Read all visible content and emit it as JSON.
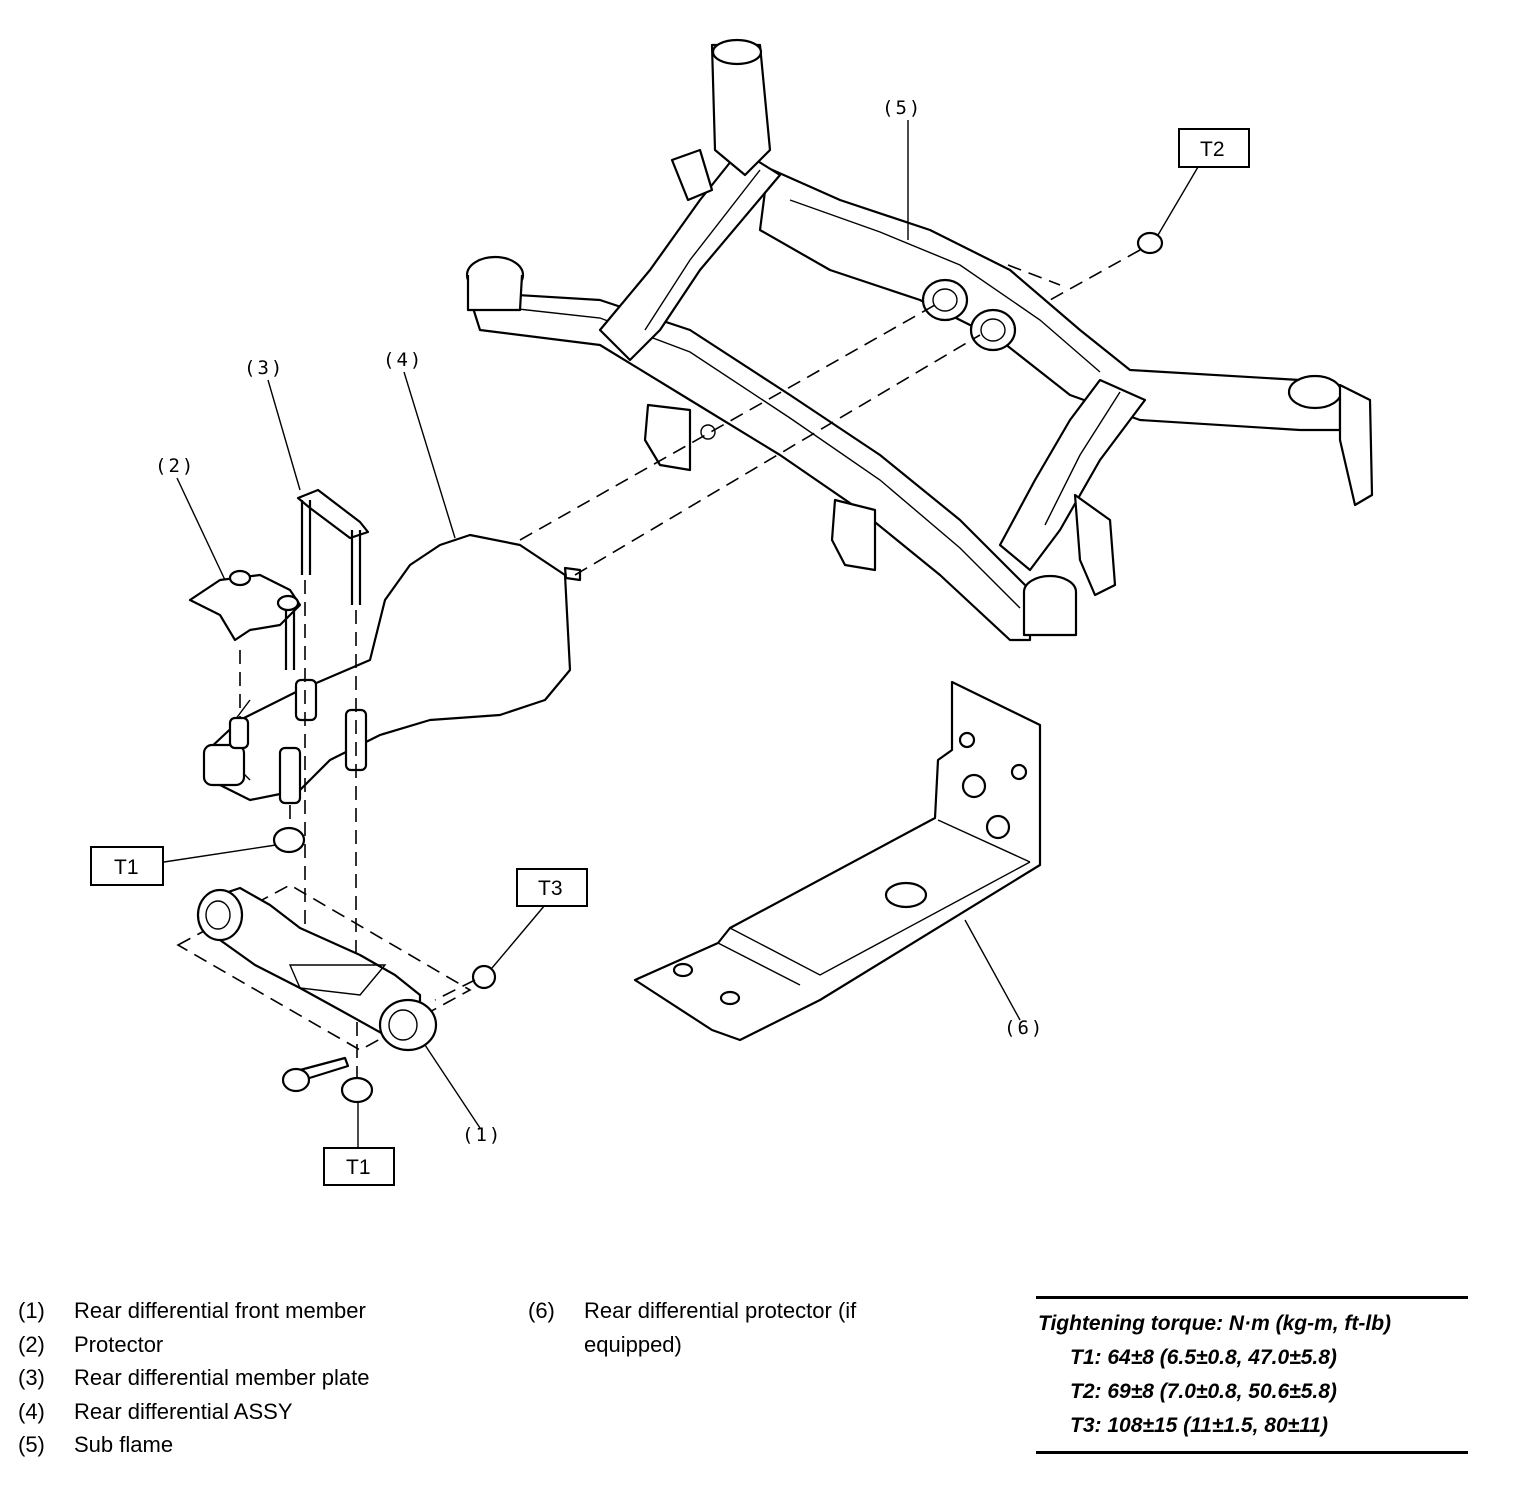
{
  "callouts": {
    "c1": "(1)",
    "c2": "(2)",
    "c3": "(3)",
    "c4": "(4)",
    "c5": "(5)",
    "c6": "(6)"
  },
  "torque_boxes": {
    "t1_upper": "T1",
    "t1_lower": "T1",
    "t2": "T2",
    "t3": "T3"
  },
  "legend": {
    "items": [
      {
        "num": "(1)",
        "label": "Rear differential front member"
      },
      {
        "num": "(2)",
        "label": "Protector"
      },
      {
        "num": "(3)",
        "label": "Rear differential member plate"
      },
      {
        "num": "(4)",
        "label": "Rear differential ASSY"
      },
      {
        "num": "(5)",
        "label": "Sub flame"
      },
      {
        "num": "(6)",
        "label": "Rear differential protector (if equipped)"
      }
    ]
  },
  "torque_table": {
    "title": "Tightening torque: N·m (kg-m, ft-lb)",
    "rows": [
      "T1: 64±8 (6.5±0.8, 47.0±5.8)",
      "T2: 69±8 (7.0±0.8, 50.6±5.8)",
      "T3: 108±15 (11±1.5, 80±11)"
    ]
  }
}
